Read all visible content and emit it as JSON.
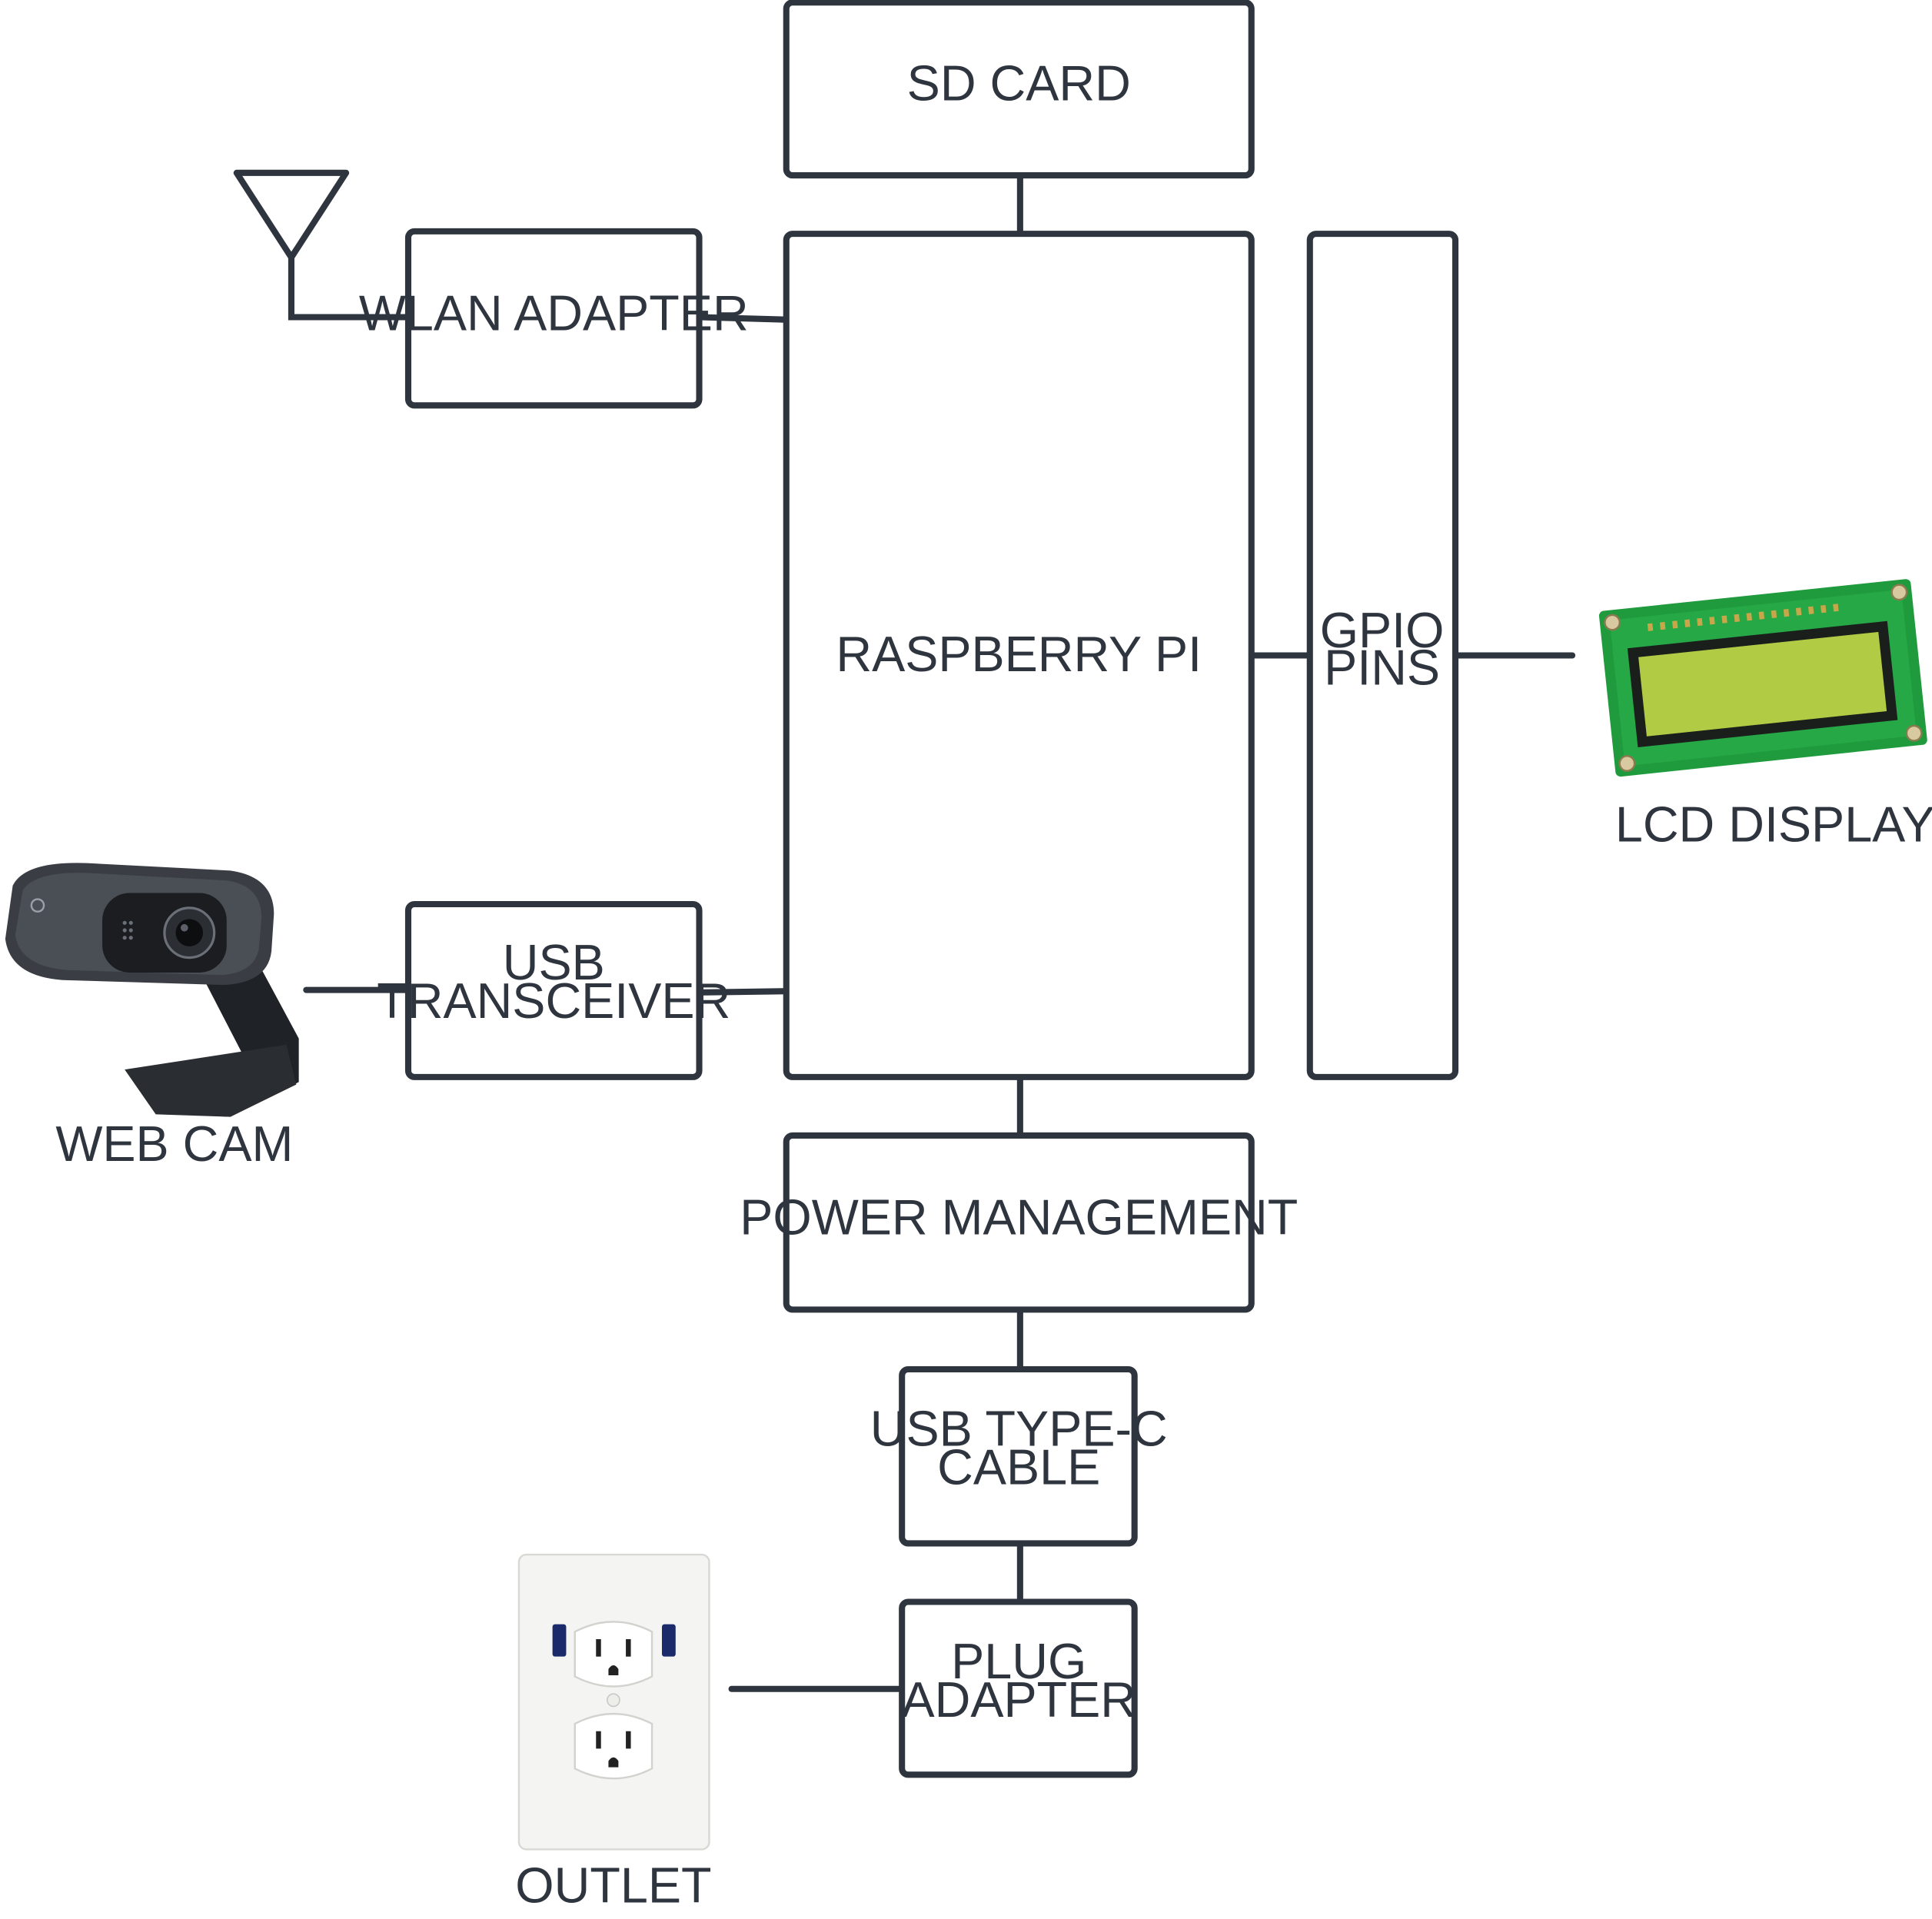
{
  "blocks": {
    "sd_card": "SD CARD",
    "wlan_adapter": "WLAN ADAPTER",
    "raspberry_pi": "RASPBERRY PI",
    "gpio_pins": [
      "GPIO",
      "PINS"
    ],
    "usb_transceiver": [
      "USB",
      "TRANSCEIVER"
    ],
    "power_management": "POWER MANAGEMENT",
    "usb_type_c_cable": [
      "USB TYPE-C",
      "CABLE"
    ],
    "plug_adapter": [
      "PLUG",
      "ADAPTER"
    ]
  },
  "devices": {
    "web_cam": "WEB CAM",
    "lcd_display": "LCD DISPLAY",
    "outlet": "OUTLET"
  },
  "colors": {
    "stroke": "#2f353f",
    "text": "#2f353f",
    "lcd_board": "#1f9a3c",
    "lcd_screen": "#a9c53a",
    "webcam_body": "#3a3e44"
  },
  "icons": [
    "antenna-icon",
    "webcam-image",
    "lcd-display-image",
    "outlet-image"
  ]
}
